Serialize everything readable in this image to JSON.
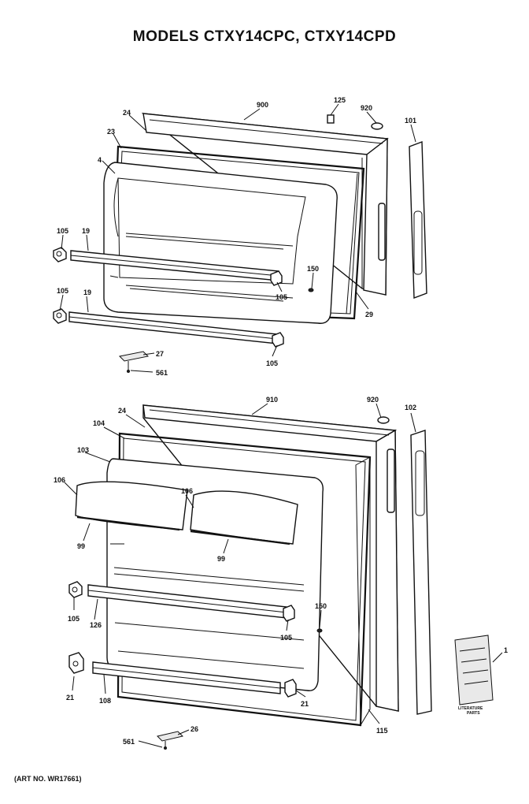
{
  "title": "MODELS CTXY14CPC, CTXY14CPD",
  "art_no": "(ART NO. WR17661)",
  "labels": {
    "l900": "900",
    "l125": "125",
    "l920a": "920",
    "l101": "101",
    "l24a": "24",
    "l23": "23",
    "l4": "4",
    "l105a": "105",
    "l19a": "19",
    "l150a": "150",
    "l105b": "105",
    "l105c": "105",
    "l19b": "19",
    "l29": "29",
    "l27": "27",
    "l561a": "561",
    "l105d": "105",
    "l910": "910",
    "l920b": "920",
    "l102": "102",
    "l24b": "24",
    "l104": "104",
    "l103": "103",
    "l106a": "106",
    "l106b": "106",
    "l99a": "99",
    "l99b": "99",
    "l105e": "105",
    "l126": "126",
    "l150b": "150",
    "l105f": "105",
    "l21a": "21",
    "l108": "108",
    "l21b": "21",
    "l115": "115",
    "l26": "26",
    "l561b": "561",
    "l1": "1",
    "lit1": "LITERATURE",
    "lit2": "PARTS"
  }
}
